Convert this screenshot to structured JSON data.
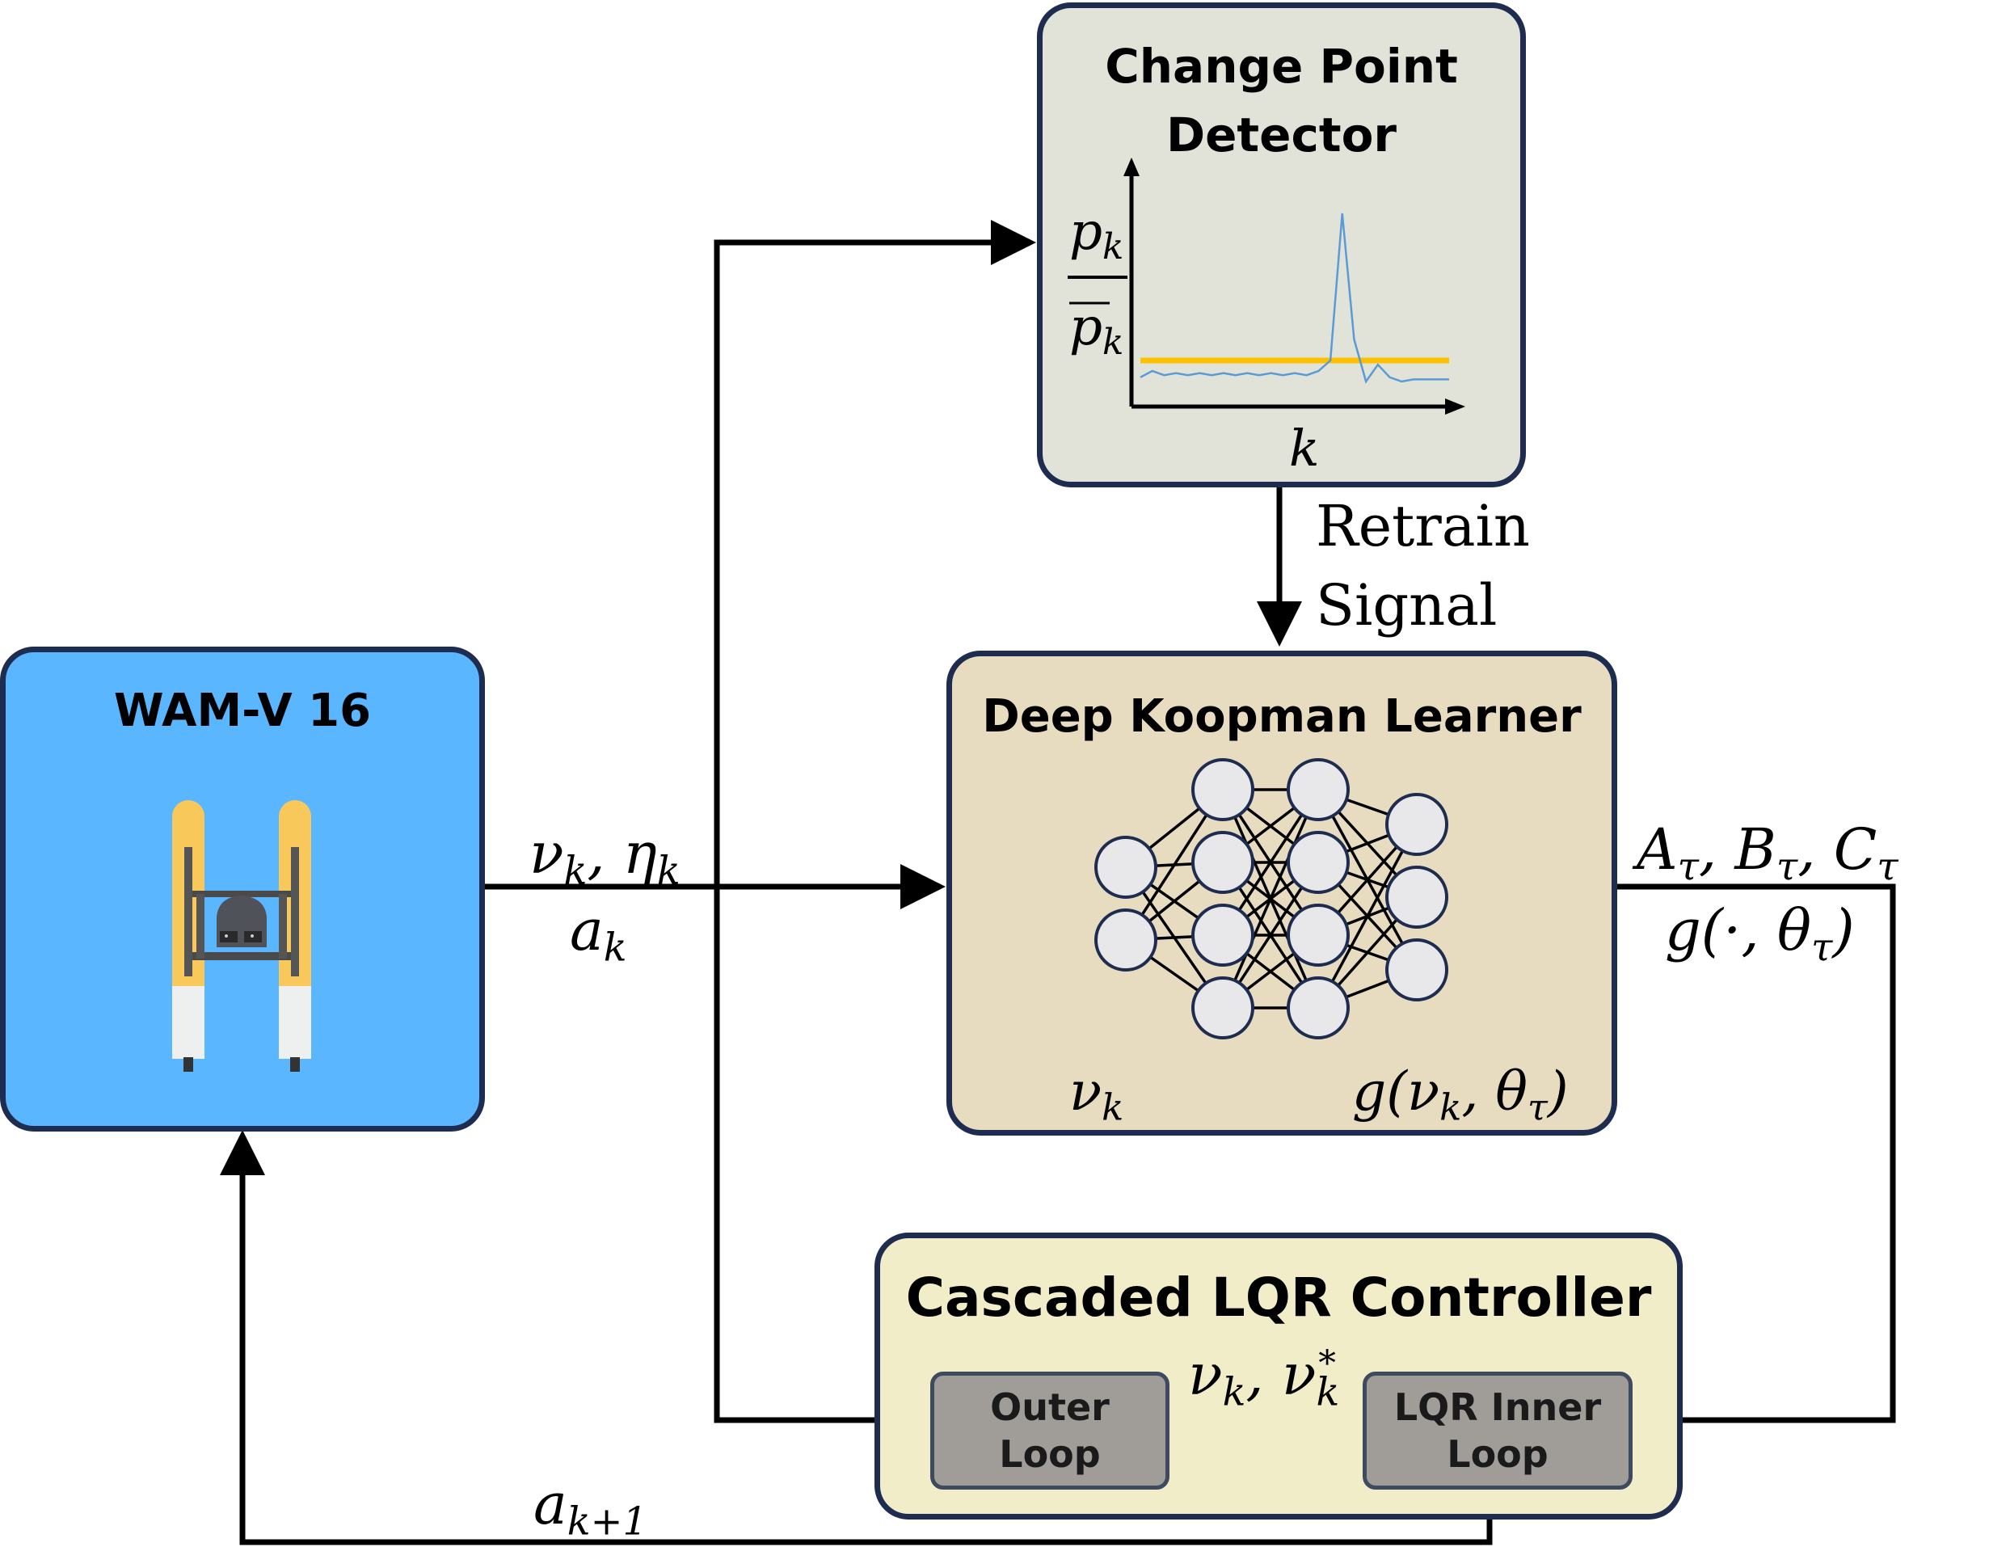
{
  "boxes": {
    "wamv": {
      "title": "WAM-V 16",
      "color": "#5ab7ff"
    },
    "detector": {
      "title_line1": "Change Point",
      "title_line2": "Detector",
      "color": "#e1e3d8",
      "axis_x": "k",
      "axis_y_num": "p",
      "axis_y_den": "p",
      "axis_y_sub": "k"
    },
    "learner": {
      "title": "Deep Koopman Learner",
      "color": "#e8dcc0",
      "input_label": "ν",
      "input_sub": "k",
      "output_label_parts": [
        "g(",
        "ν",
        "k",
        ", ",
        "θ",
        "τ",
        ")"
      ]
    },
    "controller": {
      "title": "Cascaded LQR Controller",
      "color": "#f1edc8",
      "outer_line1": "Outer",
      "outer_line2": "Loop",
      "inner_line1": "LQR Inner",
      "inner_line2": "Loop"
    }
  },
  "labels": {
    "retrain_line1": "Retrain",
    "retrain_line2": "Signal",
    "state_nu": "ν",
    "state_nu_sub": "k",
    "state_eta": "η",
    "state_eta_sub": "k",
    "state_a": "a",
    "state_a_sub": "k",
    "matrices": [
      "A",
      "B",
      "C"
    ],
    "matrix_sub": "τ",
    "g_func": "g(·, θ",
    "g_func_sub": "τ",
    "ref_nu": "ν",
    "ref_sub": "k",
    "ref_star": "*",
    "next_a": "a",
    "next_a_sub": "k+1"
  },
  "colors": {
    "line": "#000000",
    "threshold": "#ffc000",
    "signal": "#5b9bd5",
    "node_fill": "#e8e8ea"
  },
  "chart_data": {
    "type": "line",
    "series": [
      {
        "values": [
          0.12,
          0.15,
          0.13,
          0.14,
          0.13,
          0.14,
          0.13,
          0.14,
          0.13,
          0.14,
          0.13,
          0.14,
          0.13,
          0.14,
          0.13,
          0.15,
          0.2,
          0.9,
          0.3,
          0.1,
          0.18,
          0.12,
          0.1,
          0.11,
          0.11,
          0.11,
          0.11
        ]
      }
    ],
    "threshold": 0.2,
    "xlabel": "k",
    "grid": false
  }
}
